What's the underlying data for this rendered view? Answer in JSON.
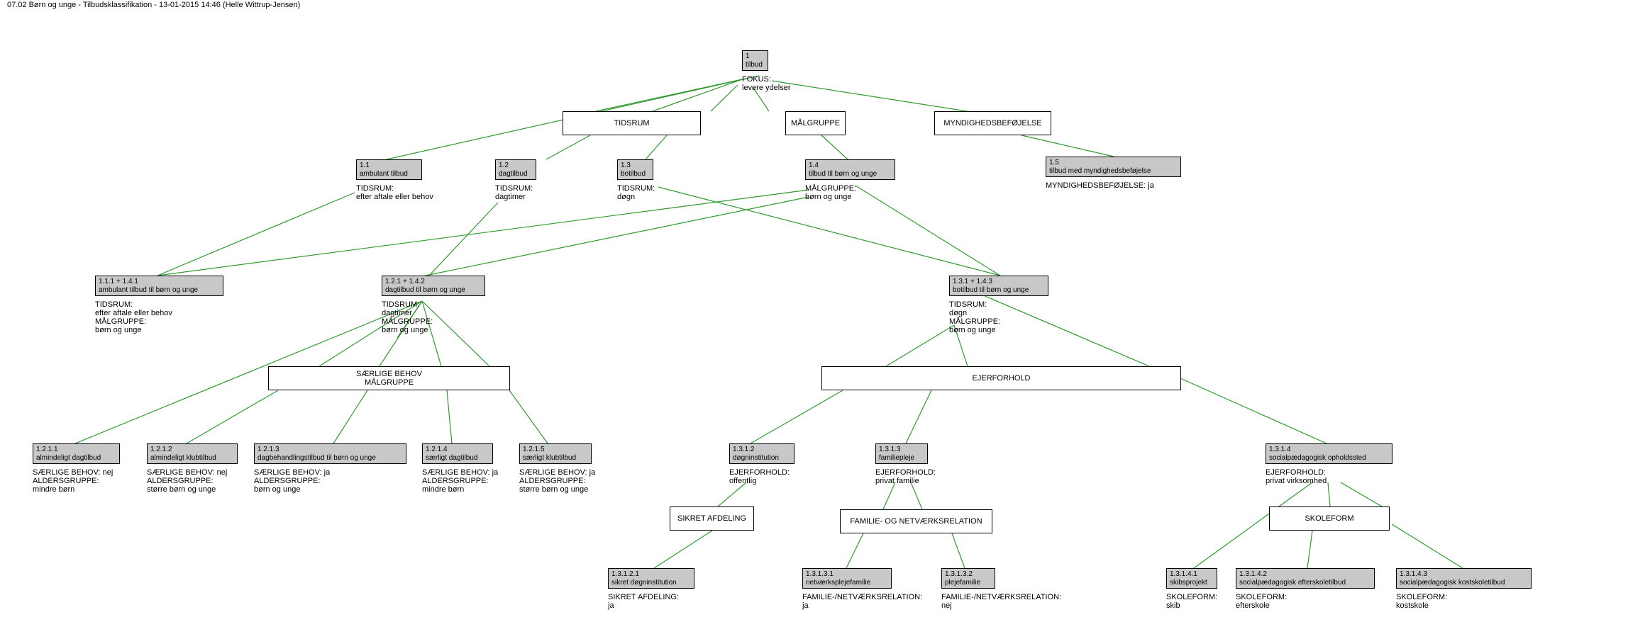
{
  "title": "07.02 Børn og unge - Tilbudsklassifikation - 13-01-2015 14:46 (Helle Wittrup-Jensen)",
  "edge_color": "#2e9a2e",
  "node_fill": "#c8c8c8",
  "nodes": {
    "n1": {
      "lines": [
        "1",
        "tilbud"
      ],
      "attrs": [
        "FOKUS:",
        "levere ydelser"
      ]
    },
    "n1_1": {
      "lines": [
        "1.1",
        "ambulant tilbud"
      ],
      "attrs": [
        "TIDSRUM:",
        "efter aftale eller behov"
      ]
    },
    "n1_2": {
      "lines": [
        "1.2",
        "dagtilbud"
      ],
      "attrs": [
        "TIDSRUM:",
        "dagtimer"
      ]
    },
    "n1_3": {
      "lines": [
        "1.3",
        "botilbud"
      ],
      "attrs": [
        "TIDSRUM:",
        "døgn"
      ]
    },
    "n1_4": {
      "lines": [
        "1.4",
        "tilbud til børn og unge"
      ],
      "attrs": [
        "MÅLGRUPPE:",
        "børn og unge"
      ]
    },
    "n1_5": {
      "lines": [
        "1.5",
        "tilbud med myndighedsbeføjelse"
      ],
      "attrs": [
        "MYNDIGHEDSBEFØJELSE: ja"
      ]
    },
    "n111": {
      "lines": [
        "1.1.1 + 1.4.1",
        "ambulant tilbud til børn og unge"
      ],
      "attrs": [
        "TIDSRUM:",
        "efter aftale eller behov",
        "MÅLGRUPPE:",
        "børn og unge"
      ]
    },
    "n121": {
      "lines": [
        "1.2.1 + 1.4.2",
        "dagtilbud til børn og unge"
      ],
      "attrs": [
        "TIDSRUM:",
        "dagtimer",
        "MÅLGRUPPE:",
        "børn og unge"
      ]
    },
    "n131": {
      "lines": [
        "1.3.1 + 1.4.3",
        "botilbud til børn og unge"
      ],
      "attrs": [
        "TIDSRUM:",
        "døgn",
        "MÅLGRUPPE:",
        "børn og unge"
      ]
    },
    "n1211": {
      "lines": [
        "1.2.1.1",
        "almindeligt dagtilbud"
      ],
      "attrs": [
        "SÆRLIGE BEHOV: nej",
        "ALDERSGRUPPE:",
        "mindre børn"
      ]
    },
    "n1212": {
      "lines": [
        "1.2.1.2",
        "almindeligt klubtilbud"
      ],
      "attrs": [
        "SÆRLIGE BEHOV: nej",
        "ALDERSGRUPPE:",
        "større børn og unge"
      ]
    },
    "n1213": {
      "lines": [
        "1.2.1.3",
        "dagbehandlingstilbud til børn og unge"
      ],
      "attrs": [
        "SÆRLIGE BEHOV: ja",
        "ALDERSGRUPPE:",
        "børn og unge"
      ]
    },
    "n1214": {
      "lines": [
        "1.2.1.4",
        "særligt dagtilbud"
      ],
      "attrs": [
        "SÆRLIGE BEHOV: ja",
        "ALDERSGRUPPE:",
        "mindre børn"
      ]
    },
    "n1215": {
      "lines": [
        "1.2.1.5",
        "særligt klubtilbud"
      ],
      "attrs": [
        "SÆRLIGE BEHOV: ja",
        "ALDERSGRUPPE:",
        "større børn og unge"
      ]
    },
    "n1312": {
      "lines": [
        "1.3.1.2",
        "døgninstitution"
      ],
      "attrs": [
        "EJERFORHOLD:",
        "offentlig"
      ]
    },
    "n1313": {
      "lines": [
        "1.3.1.3",
        "familiepleje"
      ],
      "attrs": [
        "EJERFORHOLD:",
        "privat familie"
      ]
    },
    "n1314": {
      "lines": [
        "1.3.1.4",
        "socialpædagogisk opholdssted"
      ],
      "attrs": [
        "EJERFORHOLD:",
        "privat virksomhed"
      ]
    },
    "n13121": {
      "lines": [
        "1.3.1.2.1",
        "sikret døgninstitution"
      ],
      "attrs": [
        "SIKRET AFDELING:",
        "ja"
      ]
    },
    "n13131": {
      "lines": [
        "1.3.1.3.1",
        "netværksplejefamilie"
      ],
      "attrs": [
        "FAMILIE-/NETVÆRKSRELATION:",
        "ja"
      ]
    },
    "n13132": {
      "lines": [
        "1.3.1.3.2",
        "plejefamilie"
      ],
      "attrs": [
        "FAMILIE-/NETVÆRKSRELATION:",
        "nej"
      ]
    },
    "n13141": {
      "lines": [
        "1.3.1.4.1",
        "skibsprojekt"
      ],
      "attrs": [
        "SKOLEFORM:",
        "skib"
      ]
    },
    "n13142": {
      "lines": [
        "1.3.1.4.2",
        "socialpædagogisk efterskoletilbud"
      ],
      "attrs": [
        "SKOLEFORM:",
        "efterskole"
      ]
    },
    "n13143": {
      "lines": [
        "1.3.1.4.3",
        "socialpædagogisk kostskoletilbud"
      ],
      "attrs": [
        "SKOLEFORM:",
        "kostskole"
      ]
    }
  },
  "dimensions": {
    "d_tidsrum": {
      "lines": [
        "TIDSRUM"
      ]
    },
    "d_malgruppe": {
      "lines": [
        "MÅLGRUPPE"
      ]
    },
    "d_myndighed": {
      "lines": [
        "MYNDIGHEDSBEFØJELSE"
      ]
    },
    "d_saerlige": {
      "lines": [
        "SÆRLIGE BEHOV",
        "MÅLGRUPPE"
      ]
    },
    "d_ejer": {
      "lines": [
        "EJERFORHOLD"
      ]
    },
    "d_sikret": {
      "lines": [
        "SIKRET AFDELING"
      ]
    },
    "d_familie": {
      "lines": [
        "FAMILIE- OG NETVÆRKSRELATION"
      ]
    },
    "d_skoleform": {
      "lines": [
        "SKOLEFORM"
      ]
    }
  }
}
